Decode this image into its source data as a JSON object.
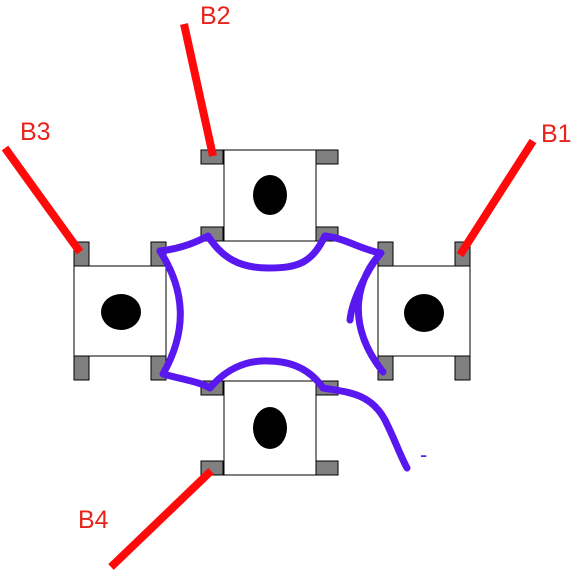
{
  "colors": {
    "lead": "#ff0a0a",
    "label": "#e8231c",
    "wire": "#5a18f0",
    "pin_fill": "#808080",
    "pin_stroke": "#000000",
    "body_fill": "#ffffff",
    "body_stroke": "#000000",
    "actuator": "#000000"
  },
  "labels": {
    "b1": "B1",
    "b2": "B2",
    "b3": "B3",
    "b4": "B4",
    "minus": "-"
  }
}
